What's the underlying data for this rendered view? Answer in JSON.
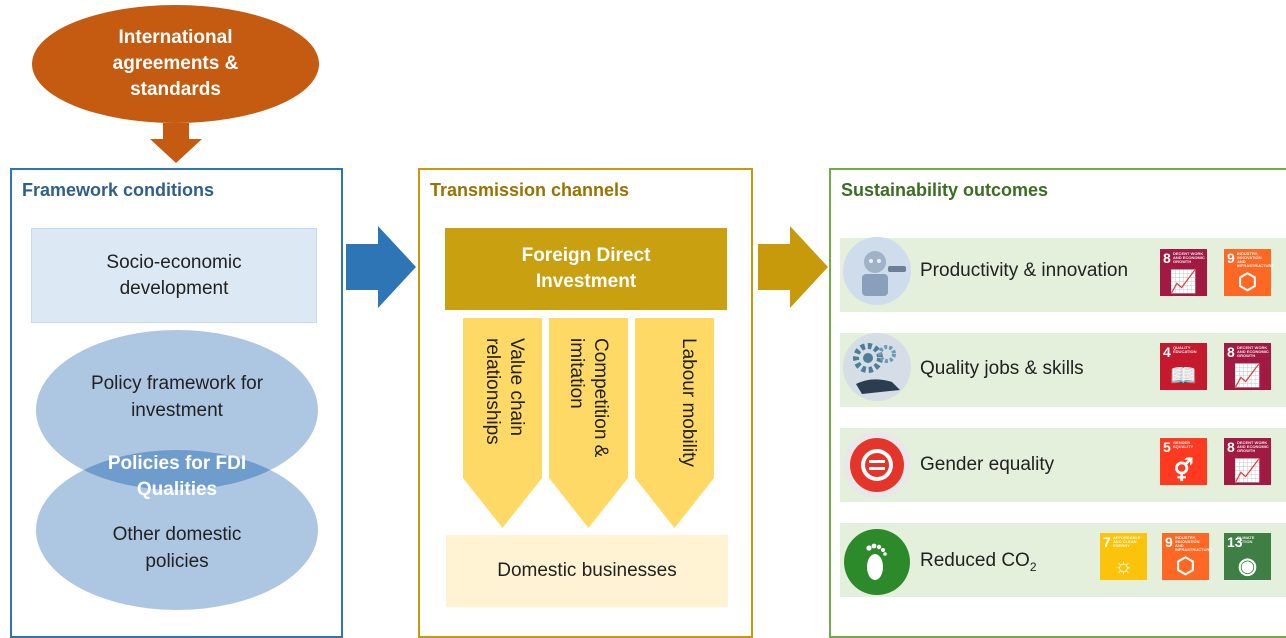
{
  "top": {
    "label": "International agreements & standards"
  },
  "framework": {
    "title": "Framework conditions",
    "socio": "Socio-economic development",
    "policy_framework": "Policy framework for investment",
    "policies_fdi": "Policies for FDI Qualities",
    "other_policies": "Other domestic policies"
  },
  "transmission": {
    "title": "Transmission channels",
    "fdi": "Foreign Direct Investment",
    "channels": [
      "Value chain relationships",
      "Competition & imitation",
      "Labour mobility"
    ],
    "domestic": "Domestic businesses"
  },
  "outcomes": {
    "title": "Sustainability outcomes",
    "items": [
      {
        "label": "Productivity & innovation",
        "icon": "robot-hand-icon",
        "goals": [
          8,
          9
        ]
      },
      {
        "label": "Quality jobs & skills",
        "icon": "gears-hand-icon",
        "goals": [
          4,
          8
        ]
      },
      {
        "label": "Gender equality",
        "icon": "equality-ring-icon",
        "goals": [
          5,
          8
        ]
      },
      {
        "label": "Reduced CO",
        "label_sub": "2",
        "icon": "footprint-icon",
        "goals": [
          7,
          9,
          13
        ]
      }
    ]
  },
  "sdg": {
    "g4": {
      "num": "4",
      "title": "QUALITY EDUCATION",
      "color": "#c5192d"
    },
    "g5": {
      "num": "5",
      "title": "GENDER EQUALITY",
      "color": "#ff3a21"
    },
    "g7": {
      "num": "7",
      "title": "AFFORDABLE AND CLEAN ENERGY",
      "color": "#fcc30b"
    },
    "g8": {
      "num": "8",
      "title": "DECENT WORK AND ECONOMIC GROWTH",
      "color": "#a21942"
    },
    "g9": {
      "num": "9",
      "title": "INDUSTRY, INNOVATION AND INFRASTRUCTURE",
      "color": "#fd6925"
    },
    "g13": {
      "num": "13",
      "title": "CLIMATE ACTION",
      "color": "#3f7e44"
    }
  },
  "colors": {
    "framework": "#2e75b6",
    "transmission": "#c79a0c",
    "outcomes": "#70ad47",
    "international": "#c55a11"
  }
}
